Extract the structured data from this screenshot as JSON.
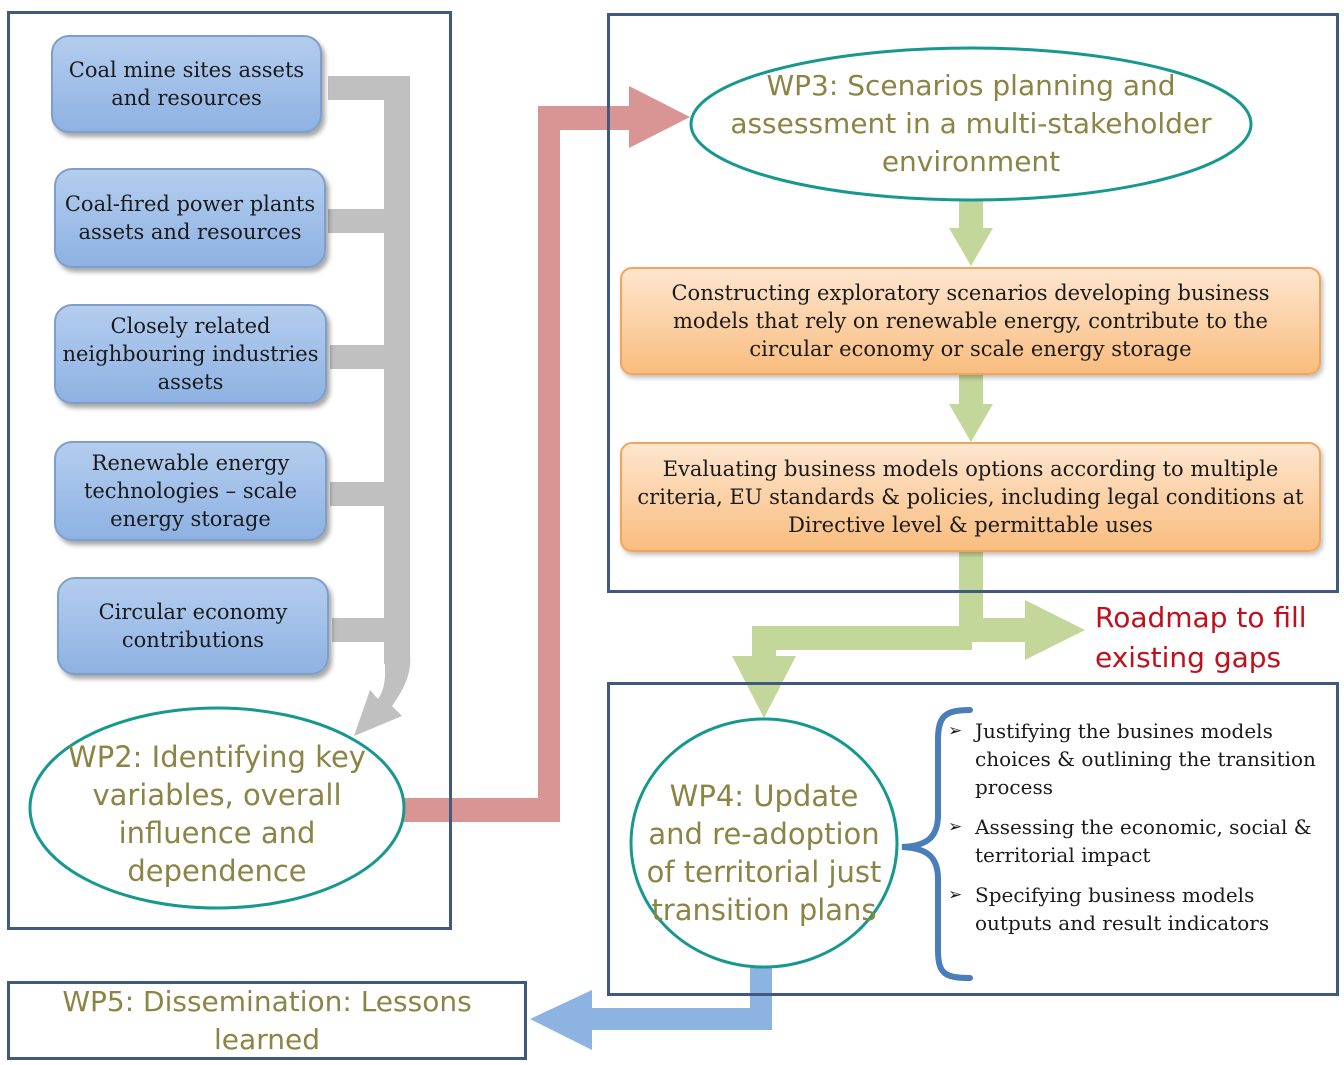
{
  "left_column": {
    "items": [
      "Coal mine sites assets and resources",
      "Coal-fired power plants assets and resources",
      "Closely related neighbouring industries assets",
      "Renewable energy technologies – scale energy storage",
      "Circular economy contributions"
    ],
    "wp2": "WP2: Identifying key variables, overall influence and dependence"
  },
  "wp3": {
    "title": "WP3: Scenarios planning and assessment in a multi-stakeholder environment",
    "step1": "Constructing exploratory scenarios developing business models that rely on renewable energy, contribute to the circular economy or scale energy storage",
    "step2": "Evaluating business models options according to multiple criteria, EU standards & policies, including legal conditions at Directive level & permittable uses"
  },
  "roadmap": "Roadmap to fill existing gaps",
  "wp4": {
    "title": "WP4: Update and re-adoption of territorial just transition plans",
    "bullet_marker": "➢",
    "bullets": [
      "Justifying the busines models choices & outlining the transition process",
      "Assessing the economic, social & territorial impact",
      "Specifying business models outputs and result indicators"
    ]
  },
  "wp5": "WP5: Dissemination: Lessons learned",
  "colors": {
    "panel_border": "#3f5a7e",
    "blue_box": "#8eb2e3",
    "orange_box": "#f9bd7f",
    "ellipse_border": "#16988e",
    "ellipse_text": "#8b8445",
    "gray_arrow": "#c0c0c0",
    "red_arrow": "#d99593",
    "green_arrow": "#c4d79b",
    "blue_arrow": "#8db3e2",
    "brace": "#4a7ebb",
    "roadmap_text": "#c0101c"
  }
}
